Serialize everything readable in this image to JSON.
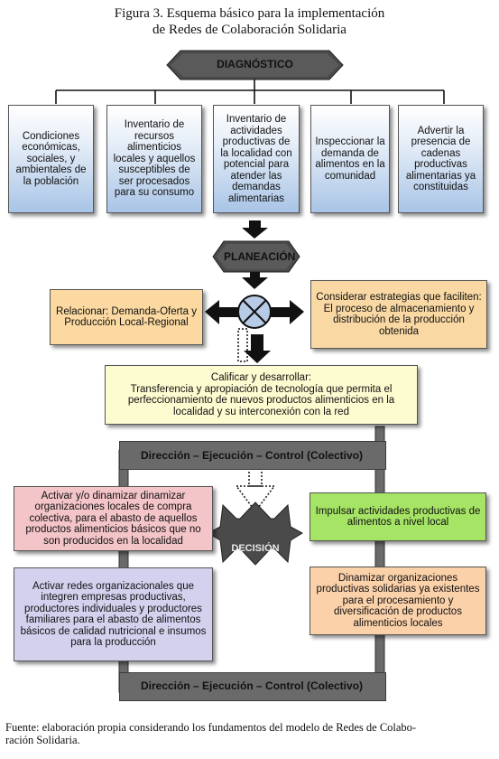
{
  "caption": {
    "line1": "Figura 3.  Esquema básico para la implementación",
    "line2": "de Redes de Colaboración Solidaria"
  },
  "diagnostico": {
    "title": "DIAGNÓSTICO",
    "boxes": [
      "Condiciones económicas, sociales, y ambientales de la población",
      "Inventario de recursos alimenticios locales y aquellos susceptibles de ser procesados para su consumo",
      "Inventario de actividades productivas de la localidad con potencial para atender las demandas alimentarias",
      "Inspeccionar la demanda de alimentos en la comunidad",
      "Advertir la presencia de cadenas productivas alimentarias ya constituidas"
    ]
  },
  "planeacion": {
    "title": "PLANEACIÓN",
    "left": "Relacionar: Demanda-Oferta y Producción Local-Regional",
    "right_title": "Considerar estrategias que faciliten:",
    "right_body": "El proceso de almacenamiento y distribución de la producción obtenida",
    "center_title": "Calificar y desarrollar:",
    "center_body": "Transferencia y apropiación de tecnología que permita el perfeccionamiento de nuevos productos alimenticios en la localidad y su interconexión con la red"
  },
  "control": {
    "top_bar": "Dirección – Ejecución – Control (Colectivo)",
    "bottom_bar": "Dirección – Ejecución – Control (Colectivo)",
    "decision": "DECISIÓN",
    "left_top": "Activar y/o dinamizar dinamizar organizaciones locales de compra colectiva, para el abasto de aquellos productos alimenticios básicos que no son producidos en la localidad",
    "left_bottom": "Activar redes organizacionales que integren empresas productivas, productores individuales y productores familiares para el abasto de alimentos básicos de calidad nutricional e insumos para la producción",
    "right_top": "Impulsar actividades productivas de alimentos a nivel local",
    "right_bottom": "Dinamizar organizaciones productivas solidarias ya existentes para el procesamiento y diversificación de productos alimenticios locales"
  },
  "footer": {
    "line1": "Fuente: elaboración propia considerando los fundamentos del modelo de Redes de Colabo-",
    "line2": "ración Solidaria."
  }
}
